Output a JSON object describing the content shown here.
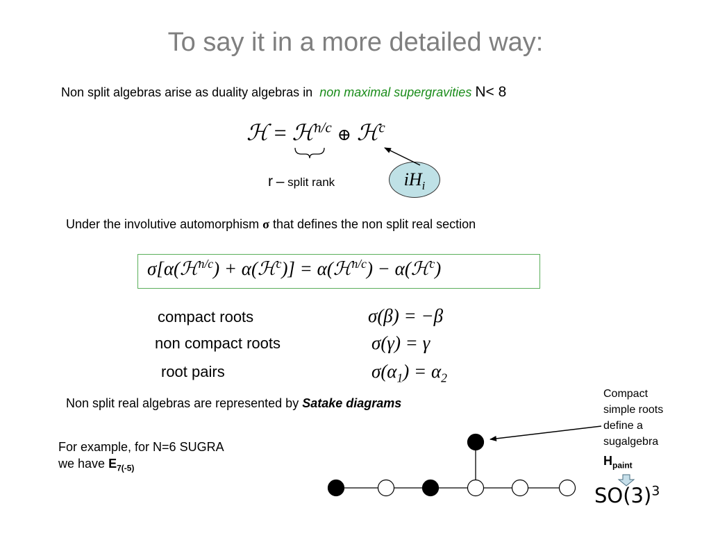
{
  "slide": {
    "title": "To say it in a more detailed way:",
    "line1": {
      "text": "Non split algebras arise as duality algebras in",
      "emphasis": "non maximal supergravities",
      "suffix": "N< 8"
    },
    "eq1": {
      "lhs": "ℋ",
      "equals": "=",
      "h": "ℋ",
      "sup_nc": "n/c",
      "oplus": "⊕",
      "h2": "ℋ",
      "sup_c": "c"
    },
    "r_label": {
      "r": "r",
      "dash": "–",
      "text": "split rank"
    },
    "bubble": {
      "i": "i",
      "H": "H",
      "sub": "i"
    },
    "line2": {
      "text": "Under the involutive automorphism",
      "sigma": "σ",
      "suffix": "that defines the non split real section"
    },
    "eq2": "σ[α(ℋ<sup>n/c</sup>) + α(ℋ<sup>c</sup>)] = α(ℋ<sup>n/c</sup>) − α(ℋ<sup>c</sup>)",
    "roots": [
      {
        "label": "compact roots",
        "eq_html": "σ(β) = −β"
      },
      {
        "label": "non compact roots",
        "eq_html": "σ(γ) = γ"
      },
      {
        "label": "root pairs",
        "eq_html": "σ(α<sub>1</sub>) = α<sub>2</sub>"
      }
    ],
    "line3": {
      "text": "Non split real algebras are represented by",
      "emphasis": "Satake diagrams"
    },
    "example": {
      "line1": "For example, for N=6 SUGRA",
      "line2": "we have",
      "E": "E",
      "E_sub": "7(-5)"
    },
    "compact_note": [
      "Compact",
      "simple roots",
      "define a",
      "sugalgebra"
    ],
    "hpaint": {
      "H": "H",
      "sub": "paint"
    },
    "so3": {
      "base": "SO(3)",
      "sup": "3"
    },
    "colors": {
      "title": "#7f7f7f",
      "emphasis_green": "#1a8c1a",
      "bubble_fill": "#bfe1e6",
      "box_border": "#5aae5a",
      "arrow_fill": "#c6dfea",
      "node_black": "#000000",
      "node_white": "#ffffff"
    },
    "dynkin": {
      "nodes": [
        {
          "id": 1,
          "filled": true
        },
        {
          "id": 2,
          "filled": false
        },
        {
          "id": 3,
          "filled": true
        },
        {
          "id": 4,
          "filled": false
        },
        {
          "id": 5,
          "filled": false
        },
        {
          "id": 6,
          "filled": false
        },
        {
          "id": 7,
          "filled": true,
          "branch": true
        }
      ]
    }
  }
}
